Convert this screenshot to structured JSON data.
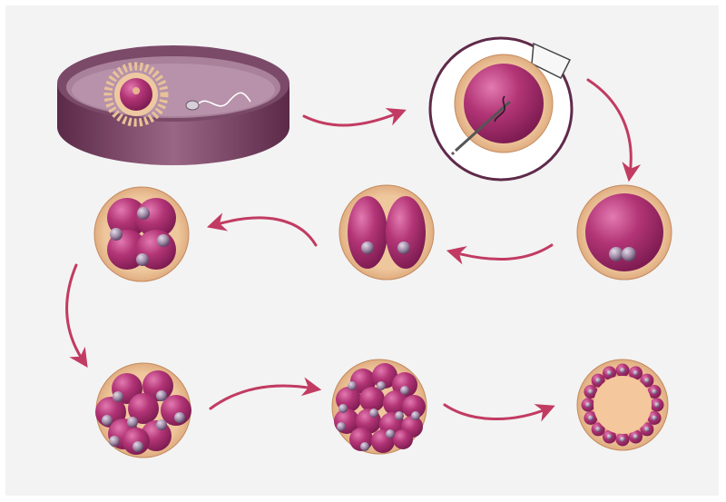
{
  "diagram": {
    "kind": "ivf-embryo-development-sequence",
    "stages": [
      {
        "id": "petri-dish",
        "depicts": "egg-and-sperm-in-dish"
      },
      {
        "id": "icsi",
        "depicts": "sperm-injection-into-egg"
      },
      {
        "id": "zygote",
        "depicts": "two-pronuclei"
      },
      {
        "id": "two-cell",
        "cells": 2
      },
      {
        "id": "four-cell",
        "cells": 4
      },
      {
        "id": "eight-cell",
        "cells": 8
      },
      {
        "id": "morula",
        "cells": 16
      },
      {
        "id": "blastocyst",
        "depicts": "hollow-ring-of-cells"
      }
    ],
    "flow": [
      "petri-dish",
      "icsi",
      "zygote",
      "two-cell",
      "four-cell",
      "eight-cell",
      "morula",
      "blastocyst"
    ],
    "colors": {
      "background": "#f3f3f3",
      "arrow": "#c23b62",
      "zona": "#e8bd8f",
      "zona_edge": "#c48a5e",
      "cell": "#a72a6a",
      "cell_highlight": "#d86ca3",
      "cell_dark": "#6e1547",
      "nucleus": "#b3a0b8",
      "dish": "#7a3f62",
      "dish_floor": "#a77d97"
    }
  }
}
